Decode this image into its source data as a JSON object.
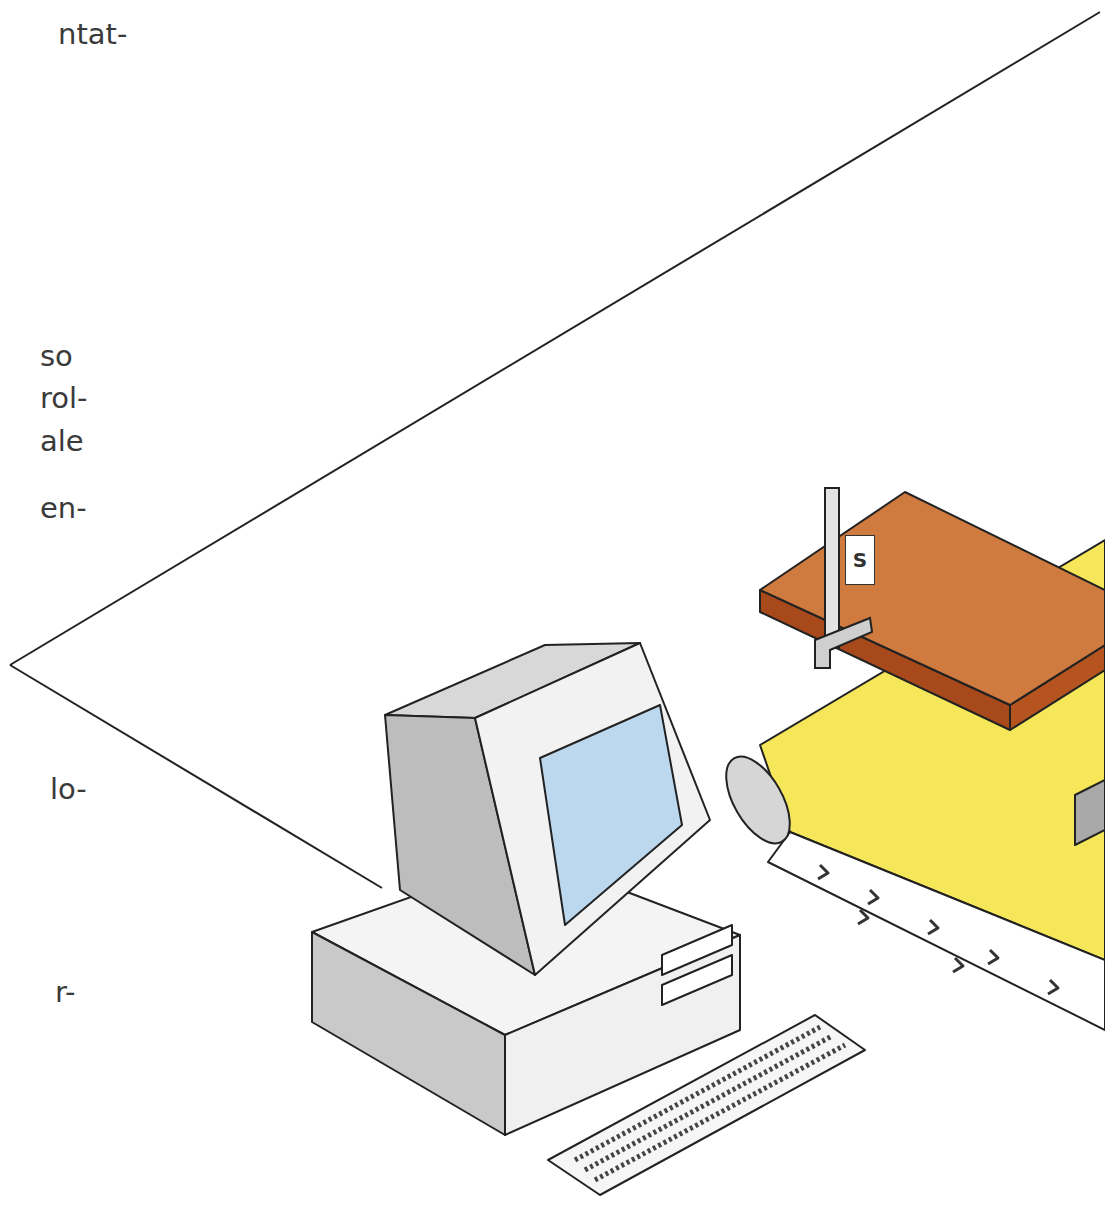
{
  "diagram": {
    "nodes": [
      {
        "text": [
          "S"
        ]
      }
    ],
    "labels": [
      "ntat-",
      "so",
      "rol-",
      "ale",
      "en-",
      "lo-",
      "r-"
    ]
  }
}
